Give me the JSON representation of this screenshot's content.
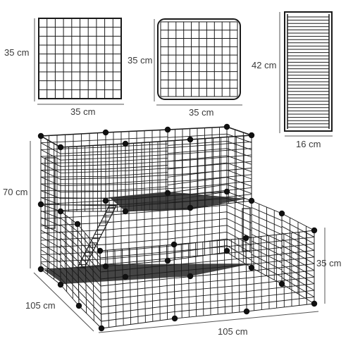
{
  "dimensions": {
    "panel_square_height": "35 cm",
    "panel_square_width": "35 cm",
    "panel_rounded_height": "35 cm",
    "panel_rounded_width": "35 cm",
    "ramp_height": "42 cm",
    "ramp_width": "16 cm",
    "cage_height": "70 cm",
    "cage_depth": "105 cm",
    "cage_width": "105 cm",
    "cage_side_height": "35 cm"
  },
  "colors": {
    "wire": "#1a1a1a",
    "dimension_line": "#555555",
    "label": "#3a3a3a",
    "platform": "#2b2b2b",
    "connector": "#111111"
  },
  "icons": {
    "square_panel": "wire-grid-panel-icon",
    "rounded_panel": "rounded-wire-panel-icon",
    "ramp": "ladder-ramp-icon",
    "cage": "two-tier-pet-playpen-illustration"
  }
}
